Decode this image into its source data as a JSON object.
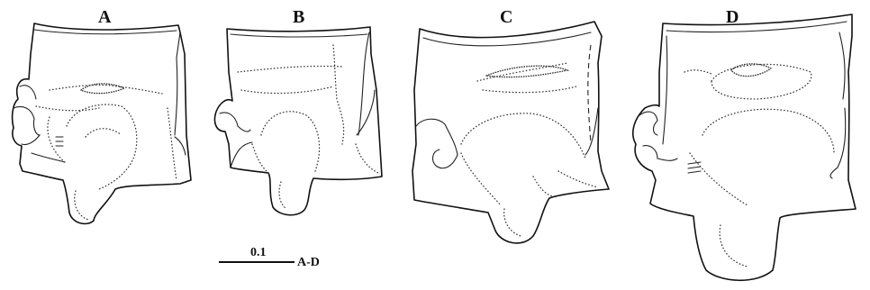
{
  "panels": [
    {
      "label": "A"
    },
    {
      "label": "B"
    },
    {
      "label": "C"
    },
    {
      "label": "D"
    }
  ],
  "scale_bar": {
    "value": "0.1",
    "applies_to": "A-D"
  }
}
